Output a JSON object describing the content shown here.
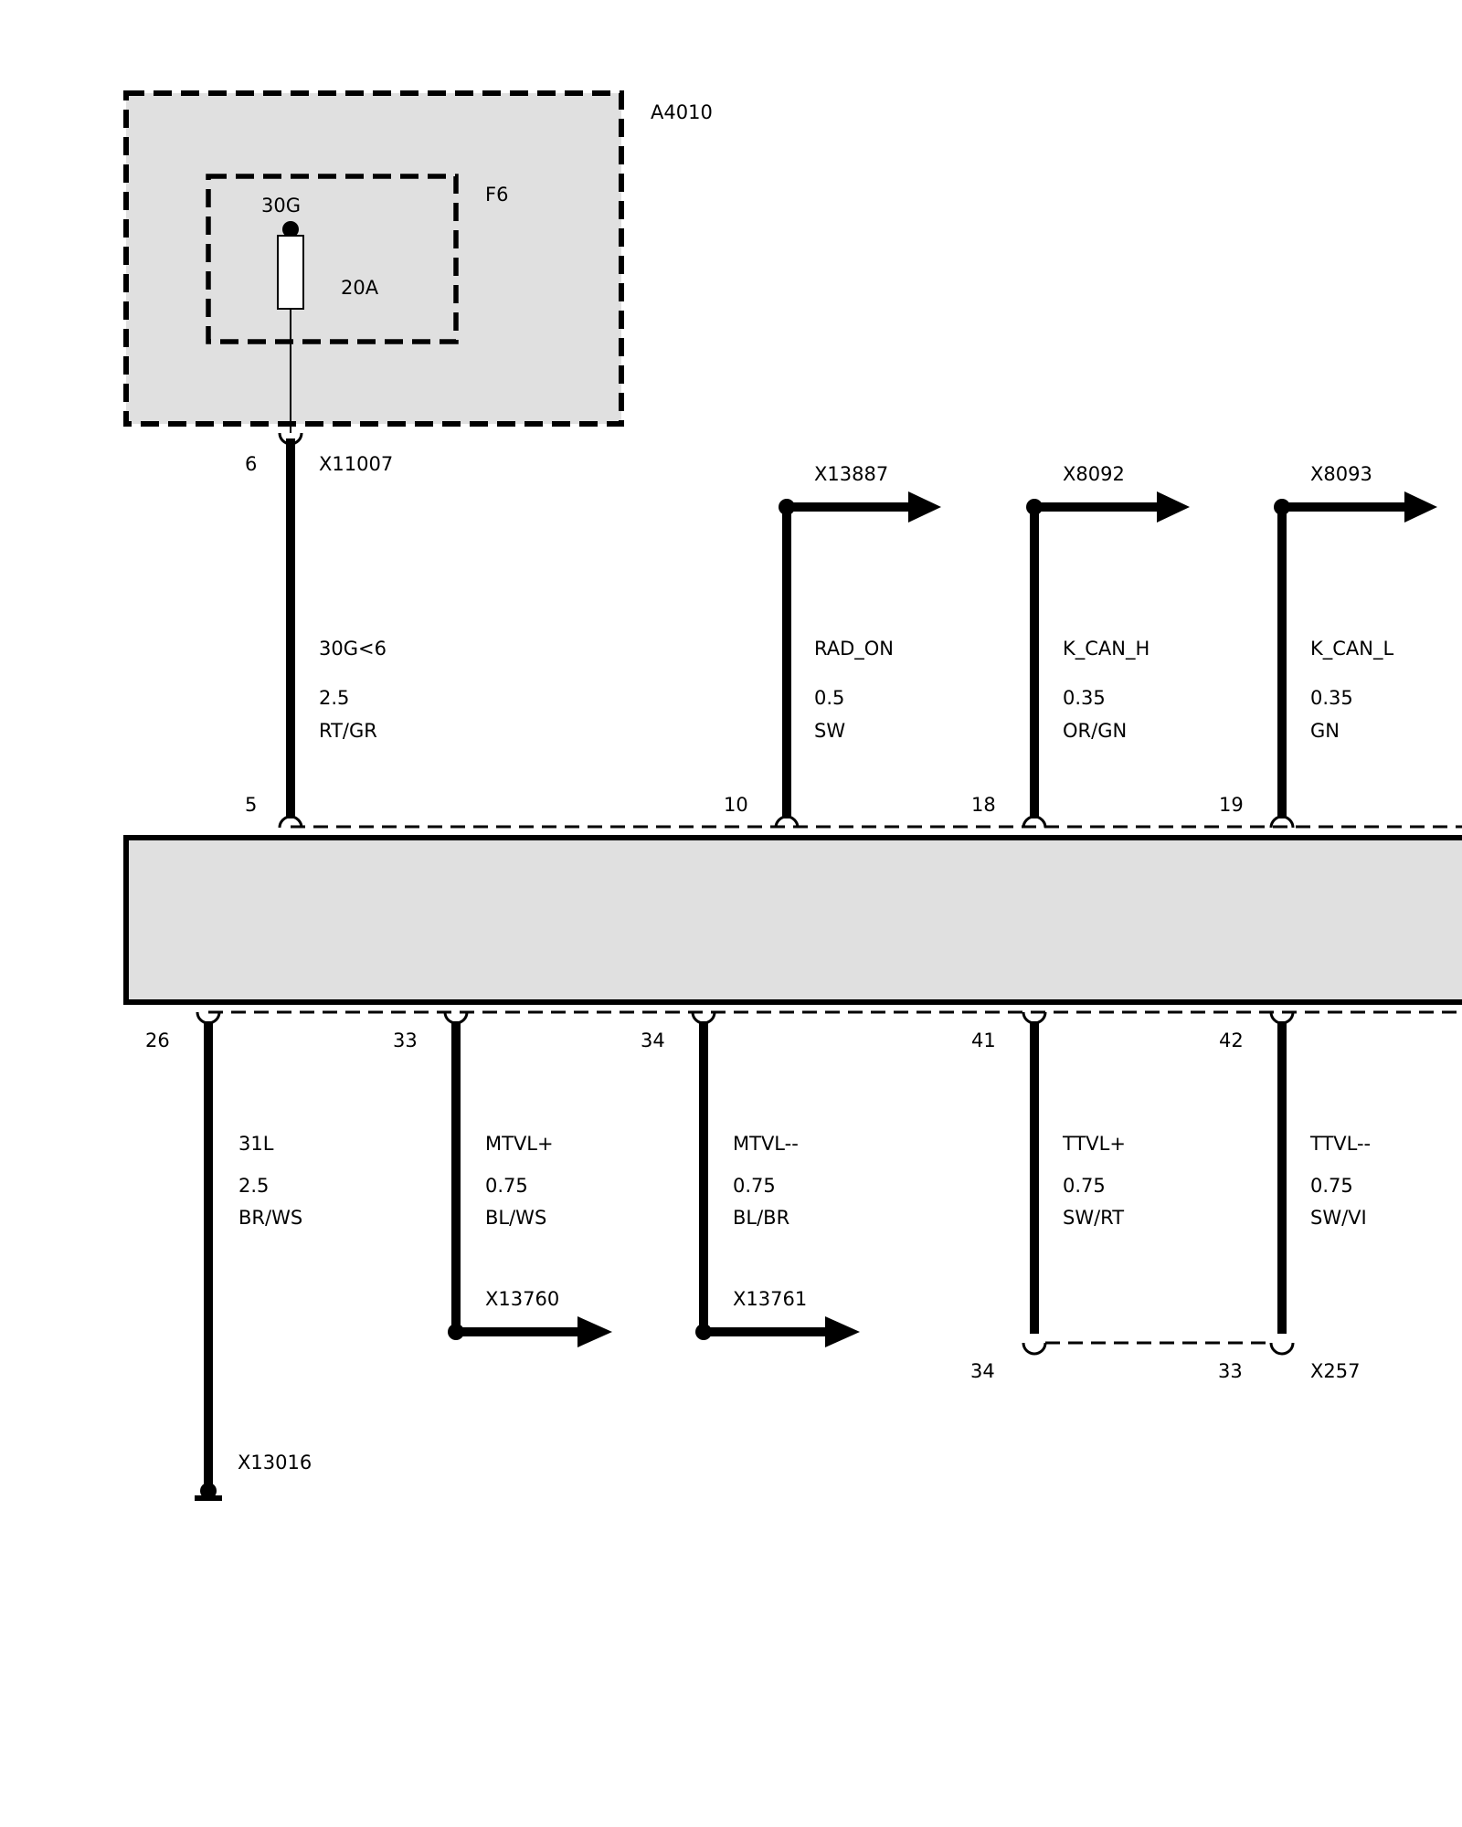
{
  "module": {
    "id": "A4010"
  },
  "fuse": {
    "id": "F6",
    "terminal": "30G",
    "rating": "20A"
  },
  "connector_top": {
    "pin": "6",
    "id": "X11007"
  },
  "top_wires": [
    {
      "pin": "5",
      "signal": "30G<6",
      "gauge": "2.5",
      "color": "RT/GR"
    },
    {
      "pin": "10",
      "signal": "RAD_ON",
      "gauge": "0.5",
      "color": "SW",
      "connector": "X13887"
    },
    {
      "pin": "18",
      "signal": "K_CAN_H",
      "gauge": "0.35",
      "color": "OR/GN",
      "connector": "X8092"
    },
    {
      "pin": "19",
      "signal": "K_CAN_L",
      "gauge": "0.35",
      "color": "GN",
      "connector": "X8093"
    }
  ],
  "bottom_wires": [
    {
      "pin": "26",
      "signal": "31L",
      "gauge": "2.5",
      "color": "BR/WS",
      "connector": "X13016"
    },
    {
      "pin": "33",
      "signal": "MTVL+",
      "gauge": "0.75",
      "color": "BL/WS",
      "connector": "X13760"
    },
    {
      "pin": "34",
      "signal": "MTVL--",
      "gauge": "0.75",
      "color": "BL/BR",
      "connector": "X13761"
    },
    {
      "pin": "41",
      "signal": "TTVL+",
      "gauge": "0.75",
      "color": "SW/RT"
    },
    {
      "pin": "42",
      "signal": "TTVL--",
      "gauge": "0.75",
      "color": "SW/VI"
    }
  ],
  "connector_x257": {
    "id": "X257",
    "pin_left": "34",
    "pin_right": "33"
  }
}
